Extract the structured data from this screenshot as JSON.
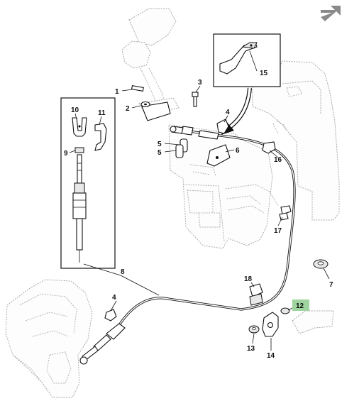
{
  "diagram": {
    "colors": {
      "background": "#ffffff",
      "line": "#111111",
      "ghost": "#a8a8a8",
      "highlight_callout": "#9fd49f",
      "nav_arrow": "#8a8a8a"
    },
    "nav_icon": "arrow-right-icon",
    "callouts": {
      "c1": "1",
      "c2": "2",
      "c3": "3",
      "c4a": "4",
      "c4b": "4",
      "c5a": "5",
      "c5b": "5",
      "c6": "6",
      "c7": "7",
      "c8": "8",
      "c9": "9",
      "c10": "10",
      "c11": "11",
      "c12": "12",
      "c13": "13",
      "c14": "14",
      "c15": "15",
      "c16": "16",
      "c17": "17",
      "c18": "18"
    },
    "highlighted_callout": "12"
  }
}
